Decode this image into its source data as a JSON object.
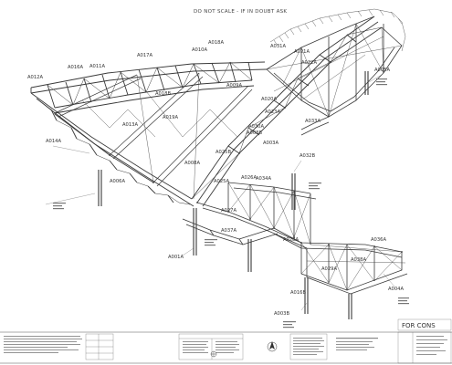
{
  "drawing": {
    "top_note": "DO NOT SCALE - IF IN DOUBT ASK",
    "status_stamp": "FOR CONS"
  },
  "members": [
    {
      "id": "a001a",
      "text": "A001A"
    },
    {
      "id": "a003a",
      "text": "A003A"
    },
    {
      "id": "a003b",
      "text": "A003B"
    },
    {
      "id": "a004a",
      "text": "A004A"
    },
    {
      "id": "a005a",
      "text": "A005A"
    },
    {
      "id": "a006a",
      "text": "A006A"
    },
    {
      "id": "a008a",
      "text": "A008A"
    },
    {
      "id": "a008b",
      "text": "A008B"
    },
    {
      "id": "a009a",
      "text": "A009A"
    },
    {
      "id": "a010a",
      "text": "A010A"
    },
    {
      "id": "a011a",
      "text": "A011A"
    },
    {
      "id": "a012a",
      "text": "A012A"
    },
    {
      "id": "a013a",
      "text": "A013A"
    },
    {
      "id": "a014a",
      "text": "A014A"
    },
    {
      "id": "a016a",
      "text": "A016A"
    },
    {
      "id": "a016b",
      "text": "A016B"
    },
    {
      "id": "a017a",
      "text": "A017A"
    },
    {
      "id": "a018a",
      "text": "A018A"
    },
    {
      "id": "a018b",
      "text": "A018B"
    },
    {
      "id": "a019a",
      "text": "A019A"
    },
    {
      "id": "a020a",
      "text": "A020A"
    },
    {
      "id": "a021a",
      "text": "A021A"
    },
    {
      "id": "a022a",
      "text": "A022A"
    },
    {
      "id": "a023a",
      "text": "A023A"
    },
    {
      "id": "a025a",
      "text": "A025A"
    },
    {
      "id": "a025b",
      "text": "A025B"
    },
    {
      "id": "a026a",
      "text": "A026A"
    },
    {
      "id": "a027a",
      "text": "A027A"
    },
    {
      "id": "a028a",
      "text": "A028A"
    },
    {
      "id": "a029a",
      "text": "A029A"
    },
    {
      "id": "a030a",
      "text": "A030A"
    },
    {
      "id": "a031a",
      "text": "A031A"
    },
    {
      "id": "a032b",
      "text": "A032B"
    },
    {
      "id": "a033a",
      "text": "A033A"
    },
    {
      "id": "a034a",
      "text": "A034A"
    },
    {
      "id": "a036a",
      "text": "A036A"
    },
    {
      "id": "a037a",
      "text": "A037A"
    },
    {
      "id": "a038a",
      "text": "A038A"
    }
  ]
}
